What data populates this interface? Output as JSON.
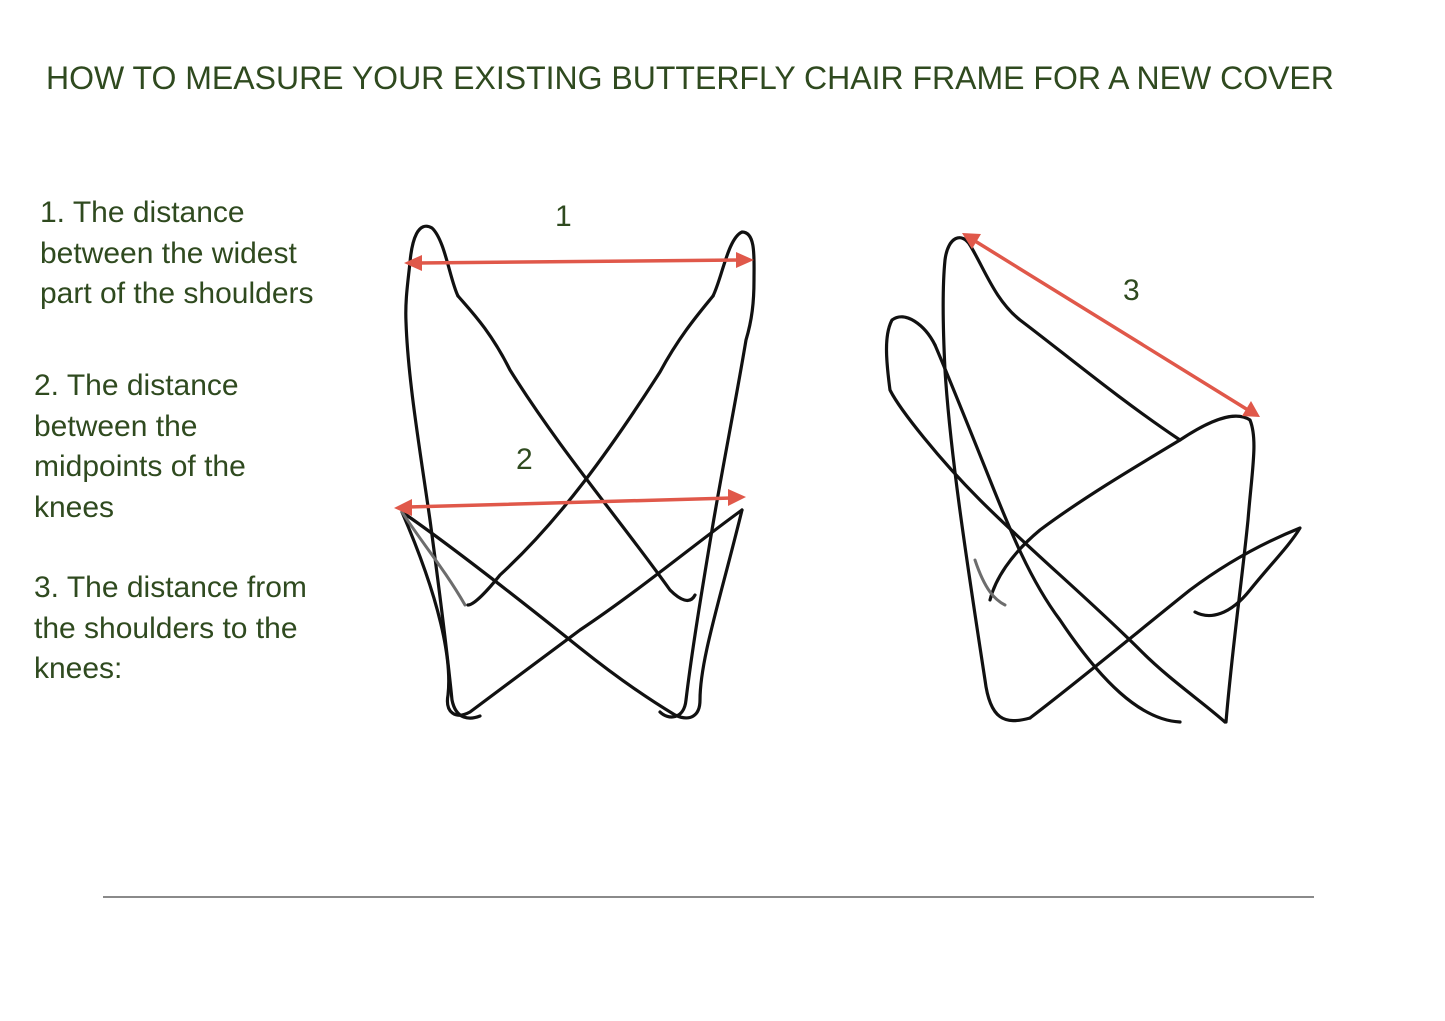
{
  "title": "HOW TO MEASURE YOUR EXISTING BUTTERFLY CHAIR FRAME FOR A NEW COVER",
  "instructions": [
    {
      "lines": [
        "1. The distance",
        "between the  widest",
        "part of the  shoulders"
      ]
    },
    {
      "lines": [
        "2. The distance",
        "between  the",
        "midpoints of the",
        "knees"
      ]
    },
    {
      "lines": [
        "3. The distance from",
        "the  shoulders to the",
        "knees:"
      ]
    }
  ],
  "measurement_labels": {
    "m1": "1",
    "m2": "2",
    "m3": "3"
  },
  "colors": {
    "text": "#2f4a1f",
    "arrow": "#e0584a",
    "frame": "#111111"
  }
}
